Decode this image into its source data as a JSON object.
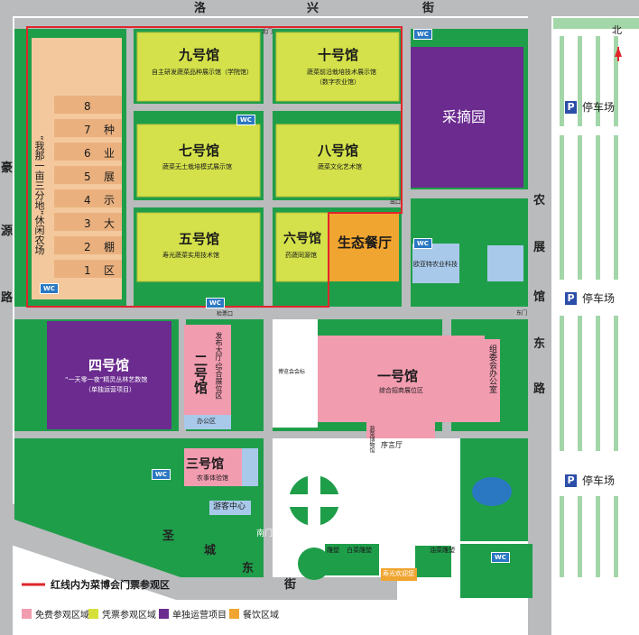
{
  "compass": {
    "north": "北"
  },
  "roads": {
    "north": [
      "洛",
      "兴",
      "街"
    ],
    "west": [
      "豪",
      "源",
      "路"
    ],
    "east": [
      "农",
      "展",
      "馆",
      "东",
      "路"
    ],
    "south": [
      "圣",
      "城",
      "东",
      "街"
    ]
  },
  "halls": {
    "h9": {
      "name": "九号馆",
      "sub": "自主研发蔬菜品种展示馆（学院馆）"
    },
    "h10": {
      "name": "十号馆",
      "sub1": "蔬菜前沿栽培技术展示馆",
      "sub2": "（数字农业馆）"
    },
    "h7": {
      "name": "七号馆",
      "sub": "蔬菜无土栽培模式展示馆"
    },
    "h8": {
      "name": "八号馆",
      "sub": "蔬菜文化艺术馆"
    },
    "h5": {
      "name": "五号馆",
      "sub": "寿光蔬菜实用技术馆"
    },
    "h6": {
      "name": "六号馆",
      "sub": "药蔬同源馆"
    },
    "h4": {
      "name": "四号馆",
      "sub1": "“一天零一夜”精灵丛林艺数馆",
      "sub2": "（单独运营项目）"
    },
    "h2": {
      "name": "二号馆",
      "side": "发布大厅·综合展位区",
      "office": "办公区"
    },
    "h1": {
      "name": "一号馆",
      "sub": "综合招商展位区"
    },
    "h3": {
      "name": "三号馆",
      "sub": "农事体验馆"
    }
  },
  "areas": {
    "picking": "采摘园",
    "restaurant": "生态餐厅",
    "qinfeng": "欧亚特农业科技",
    "farm": "“我那一亩三分地”休闲农场",
    "greenhouse_nums": [
      "8",
      "7",
      "6",
      "5",
      "4",
      "3",
      "2",
      "1"
    ],
    "greenhouse_text": [
      "种",
      "业",
      "展",
      "示",
      "大",
      "棚",
      "区"
    ],
    "committee": "组委会办公室",
    "venue": "博览会会标",
    "preface": "序言厅",
    "museum": "蔬菜博物馆",
    "visitor": "游客中心",
    "south_gate": "南门",
    "welcome": "寿光欢迎您",
    "sculpture1": "雕塑",
    "sculpture2": "白菜雕塑",
    "sculpture3": "油菜雕塑",
    "north_gate": "北门",
    "east_gate": "东门",
    "exit": "出口",
    "checkpoint": "检票口"
  },
  "parking": [
    "停车场",
    "停车场",
    "停车场"
  ],
  "wc": "WC",
  "legend": {
    "redline": "红线内为菜博会门票参观区",
    "items": [
      {
        "label": "免费参观区域",
        "color": "#f29cb0"
      },
      {
        "label": "凭票参观区域",
        "color": "#d6e03a"
      },
      {
        "label": "单独运营项目",
        "color": "#6b2b8f"
      },
      {
        "label": "餐饮区域",
        "color": "#f0a530"
      }
    ]
  },
  "colors": {
    "green": "#1f9e4a",
    "road": "#b9bbbd",
    "redline": "#e0262b"
  }
}
